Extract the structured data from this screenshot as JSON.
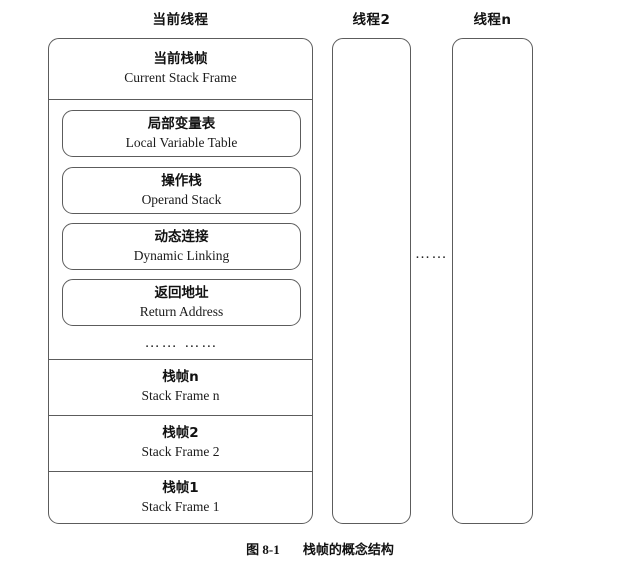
{
  "figure": {
    "columns": [
      {
        "title": "当前线程",
        "id": "current-thread"
      },
      {
        "title": "线程2",
        "id": "thread-2"
      },
      {
        "title": "线程n",
        "id": "thread-n"
      }
    ],
    "current_thread": {
      "header": {
        "cn": "当前栈帧",
        "en": "Current Stack Frame"
      },
      "slots": [
        {
          "cn": "局部变量表",
          "en": "Local Variable Table"
        },
        {
          "cn": "操作栈",
          "en": "Operand Stack"
        },
        {
          "cn": "动态连接",
          "en": "Dynamic Linking"
        },
        {
          "cn": "返回地址",
          "en": "Return Address"
        }
      ],
      "slots_ellipsis": "…… ……",
      "frames": [
        {
          "cn": "栈帧n",
          "en": "Stack Frame n"
        },
        {
          "cn": "栈帧2",
          "en": "Stack Frame 2"
        },
        {
          "cn": "栈帧1",
          "en": "Stack Frame 1"
        }
      ]
    },
    "between_threads_ellipsis": "……",
    "caption": {
      "number": "图 8-1",
      "text": "栈帧的概念结构"
    }
  },
  "colors": {
    "stroke": "#5c5c5c",
    "text": "#111111",
    "background": "#ffffff"
  }
}
